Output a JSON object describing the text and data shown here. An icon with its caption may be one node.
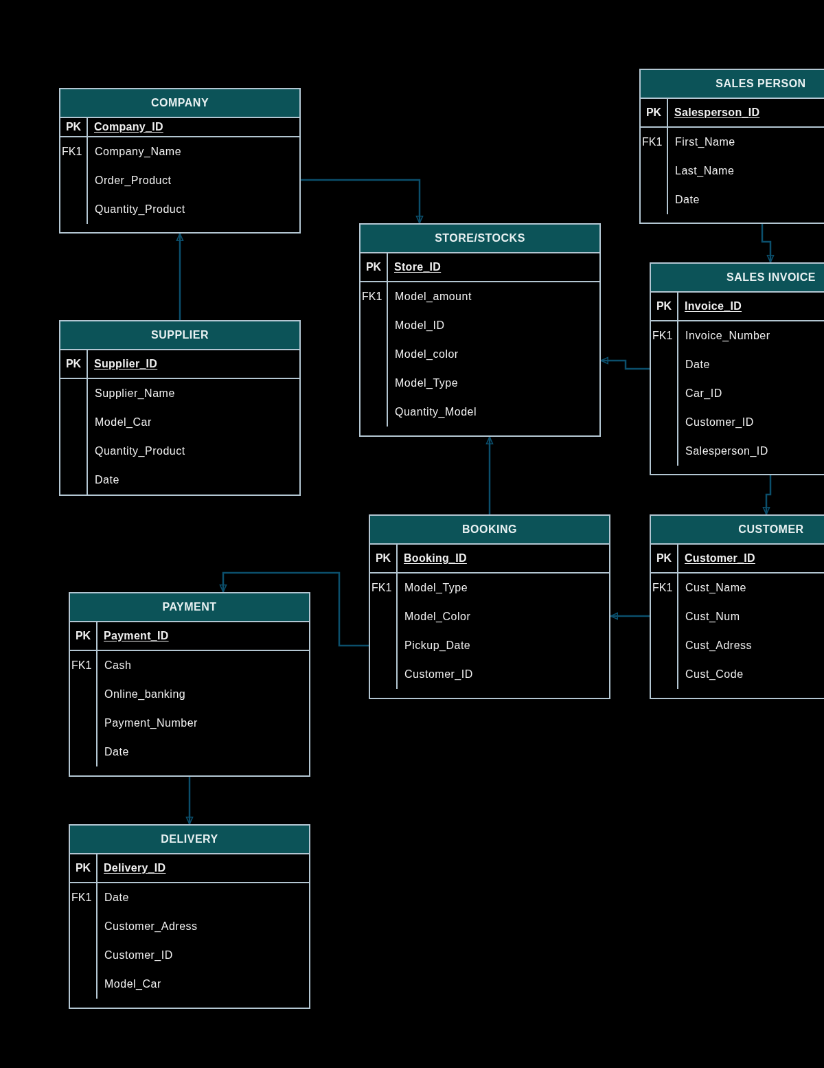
{
  "diagram": {
    "nodes": [
      {
        "text": [
          "COMPANY"
        ]
      },
      {
        "text": [
          "PK",
          "Company_ID"
        ],
        "in": 0
      },
      {
        "text": [
          "FK1"
        ],
        "in": 0
      },
      {
        "text": [
          "Company_Name",
          "Order_Product",
          "Quantity_Product"
        ],
        "in": 0
      },
      {
        "text": [
          "SALES PERSON"
        ]
      },
      {
        "text": [
          "PK",
          "Salesperson_ID"
        ],
        "in": 4
      },
      {
        "text": [
          "FK1"
        ],
        "in": 4
      },
      {
        "text": [
          "First_Name",
          "Last_Name",
          "Date"
        ],
        "in": 4
      },
      {
        "text": [
          "STORE/STOCKS"
        ]
      },
      {
        "text": [
          "PK",
          "Store_ID"
        ],
        "in": 8
      },
      {
        "text": [
          "FK1"
        ],
        "in": 8
      },
      {
        "text": [
          "Model_amount",
          "Model_ID",
          "Model_color",
          "Model_Type",
          "Quantity_Model"
        ],
        "in": 8
      },
      {
        "text": [
          "SALES INVOICE"
        ]
      },
      {
        "text": [
          "PK",
          "Invoice_ID"
        ],
        "in": 12
      },
      {
        "text": [
          "FK1"
        ],
        "in": 12
      },
      {
        "text": [
          "Invoice_Number",
          "Date",
          "Car_ID",
          "Customer_ID",
          "Salesperson_ID"
        ],
        "in": 12
      },
      {
        "text": [
          "SUPPLIER"
        ]
      },
      {
        "text": [
          "PK",
          "Supplier_ID"
        ],
        "in": 16
      },
      {
        "text": [],
        "shape": "box",
        "in": 16
      },
      {
        "text": [
          "Supplier_Name",
          "Model_Car",
          "Quantity_Product",
          "Date"
        ],
        "in": 16
      },
      {
        "text": [
          "BOOKING"
        ]
      },
      {
        "text": [
          "PK",
          "Booking_ID"
        ],
        "in": 20
      },
      {
        "text": [
          "FK1"
        ],
        "in": 20
      },
      {
        "text": [
          "Model_Type",
          "Model_Color",
          "Pickup_Date",
          "Customer_ID"
        ],
        "in": 20
      },
      {
        "text": [
          "CUSTOMER"
        ]
      },
      {
        "text": [
          "PK",
          "Customer_ID"
        ],
        "in": 24
      },
      {
        "text": [
          "FK1"
        ],
        "in": 24
      },
      {
        "text": [
          "Cust_Name",
          "Cust_Num",
          "Cust_Adress",
          "Cust_Code"
        ],
        "in": 24
      },
      {
        "text": [
          "PAYMENT"
        ]
      },
      {
        "text": [
          "PK",
          "Payment_ID"
        ],
        "in": 28
      },
      {
        "text": [
          "FK1"
        ],
        "in": 28
      },
      {
        "text": [
          "Cash",
          "Online_banking",
          "Payment_Number",
          "Date"
        ],
        "in": 28
      },
      {
        "text": [
          "DELIVERY"
        ]
      },
      {
        "text": [
          "PK",
          "Delivery_ID"
        ],
        "in": 32
      },
      {
        "text": [
          "FK1"
        ],
        "in": 32
      },
      {
        "text": [
          "Date",
          "Customer_Adress",
          "Customer_ID",
          "Model_Car"
        ],
        "in": 32
      }
    ],
    "edges": [
      {
        "from": 0,
        "to": 8,
        "arrow": "to"
      },
      {
        "from": 4,
        "to": 12,
        "arrow": "to"
      },
      {
        "from": 16,
        "to": 0,
        "arrow": "to"
      },
      {
        "from": 12,
        "to": 8,
        "arrow": "to"
      },
      {
        "from": 12,
        "to": 24,
        "arrow": "to"
      },
      {
        "from": 20,
        "to": 8,
        "arrow": "to"
      },
      {
        "from": 24,
        "to": 20,
        "arrow": "to"
      },
      {
        "from": 20,
        "to": 28,
        "arrow": "to"
      },
      {
        "from": 28,
        "to": 32,
        "arrow": "to"
      }
    ]
  }
}
